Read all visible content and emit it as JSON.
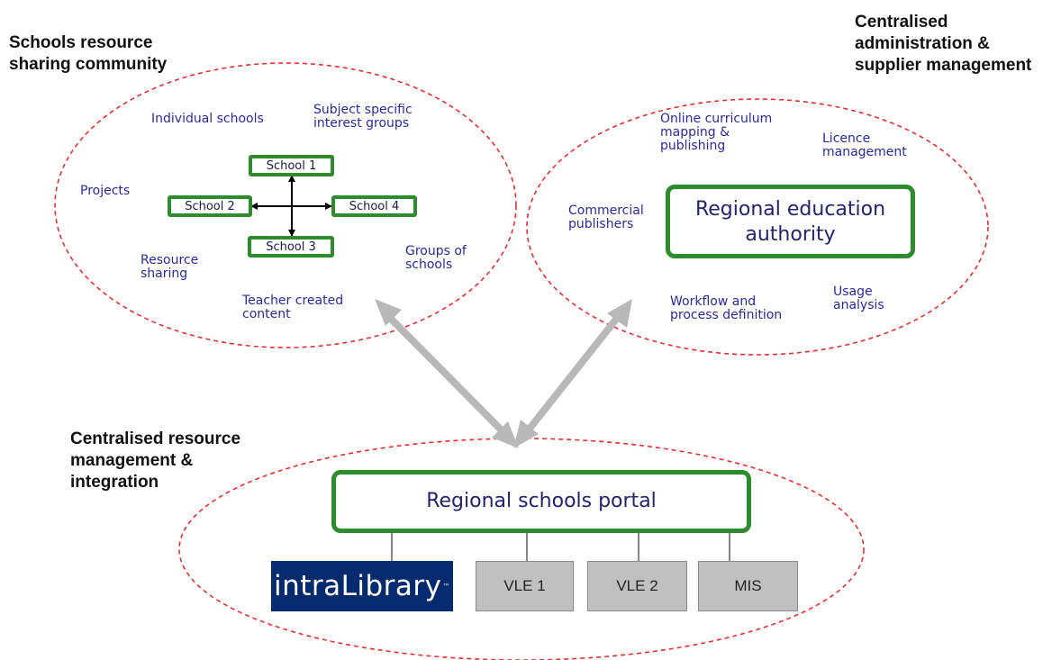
{
  "headings": {
    "schools_community": [
      "Schools resource",
      "sharing community"
    ],
    "central_admin": [
      "Centralised",
      "administration &",
      "supplier management"
    ],
    "central_resource": [
      "Centralised resource",
      "management &",
      "integration"
    ]
  },
  "schools_labels": {
    "individual_schools": [
      "Individual schools"
    ],
    "subject_groups": [
      "Subject specific",
      "interest groups"
    ],
    "projects": [
      "Projects"
    ],
    "resource_sharing": [
      "Resource",
      "sharing"
    ],
    "groups_of_schools": [
      "Groups of",
      "schools"
    ],
    "teacher_content": [
      "Teacher created",
      "content"
    ]
  },
  "schools": {
    "school1": "School 1",
    "school2": "School 2",
    "school3": "School 3",
    "school4": "School 4"
  },
  "authority_labels": {
    "curriculum": [
      "Online curriculum",
      "mapping &",
      "publishing"
    ],
    "licence": [
      "Licence",
      "management"
    ],
    "publishers": [
      "Commercial",
      "publishers"
    ],
    "workflow": [
      "Workflow and",
      "process definition"
    ],
    "usage": [
      "Usage",
      "analysis"
    ]
  },
  "authority_box": [
    "Regional education",
    "authority"
  ],
  "portal_box": "Regional schools portal",
  "systems": {
    "brand": "intraLibrary",
    "brand_tm": "™",
    "vle1": "VLE 1",
    "vle2": "VLE 2",
    "mis": "MIS"
  },
  "colors": {
    "ellipse_dash": "#e03030",
    "box_border": "#2e8b2e",
    "label_text": "#2a2a9a",
    "arrow": "#b8b8b8",
    "system_box": "#c0c0c0",
    "brand_box": "#062a6e"
  }
}
